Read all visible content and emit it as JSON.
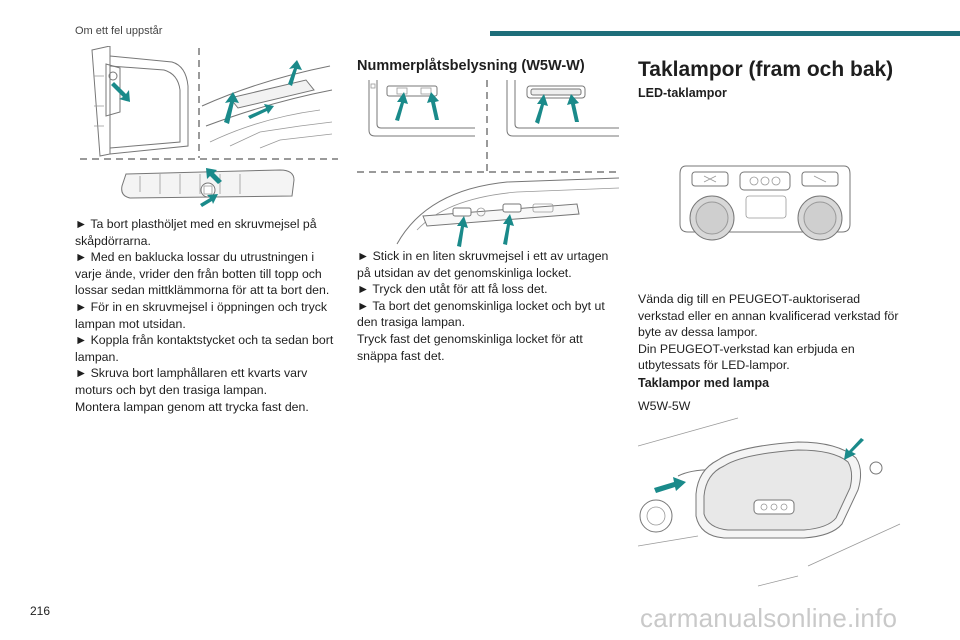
{
  "header": {
    "section": "Om ett fel uppstår"
  },
  "page_number": "216",
  "watermark": "carmanualsonline.info",
  "col1": {
    "instructions": [
      "► Ta bort plasthöljet med en skruvmejsel på skåpdörrarna.",
      "► Med en baklucka lossar du utrustningen i varje ände, vrider den från botten till topp och lossar sedan mittklämmorna för att ta bort den.",
      "► För in en skruvmejsel i öppningen och tryck lampan mot utsidan.",
      "► Koppla från kontaktstycket och ta sedan bort lampan.",
      "► Skruva bort lamphållaren ett kvarts varv moturs och byt den trasiga lampan.",
      "Montera lampan genom att trycka fast den."
    ]
  },
  "col2": {
    "title": "Nummerplåtsbelysning (W5W-W)",
    "instructions": [
      "► Stick in en liten skruvmejsel i ett av urtagen på utsidan av det genomskinliga locket.",
      "► Tryck den utåt för att få loss det.",
      "► Ta bort det genomskinliga locket och byt ut den trasiga lampan.",
      "Tryck fast det genomskinliga locket för att snäppa fast det."
    ]
  },
  "col3": {
    "title": "Taklampor (fram och bak)",
    "led_heading": "LED-taklampor",
    "led_text": [
      "Vända dig till en PEUGEOT-auktoriserad verkstad eller en annan kvalificerad verkstad för byte av dessa lampor.",
      "Din PEUGEOT-verkstad kan erbjuda en utbytessats för LED-lampor."
    ],
    "lamp_heading": "Taklampor med lampa",
    "lamp_type": "W5W-5W"
  },
  "colors": {
    "accent": "#1e6e7a",
    "arrow": "#1a8a8a"
  }
}
